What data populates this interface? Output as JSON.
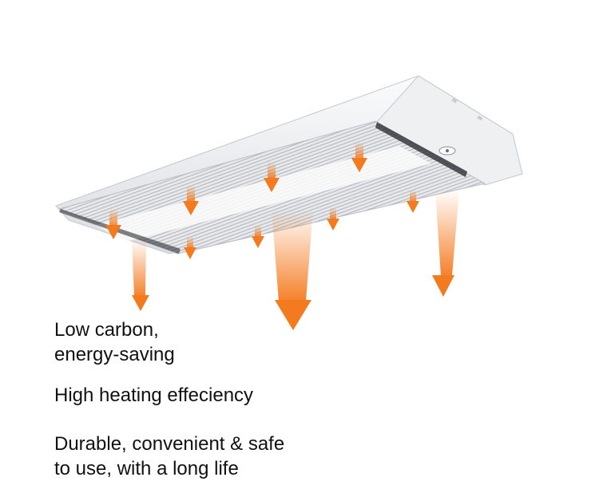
{
  "colors": {
    "background": "#ffffff",
    "heater_body": "#f2f3f5",
    "heater_shadow": "#c9ccd1",
    "heat_arrow": "#f47a1f",
    "text": "#111111"
  },
  "product": {
    "icon": "radiant-ceiling-heater-image"
  },
  "features": [
    {
      "lines": [
        "Low carbon,",
        "energy-saving"
      ]
    },
    {
      "lines": [
        "High heating effeciency"
      ]
    },
    {
      "lines": [
        "Durable, convenient & safe",
        "to use, with a long life"
      ]
    }
  ]
}
